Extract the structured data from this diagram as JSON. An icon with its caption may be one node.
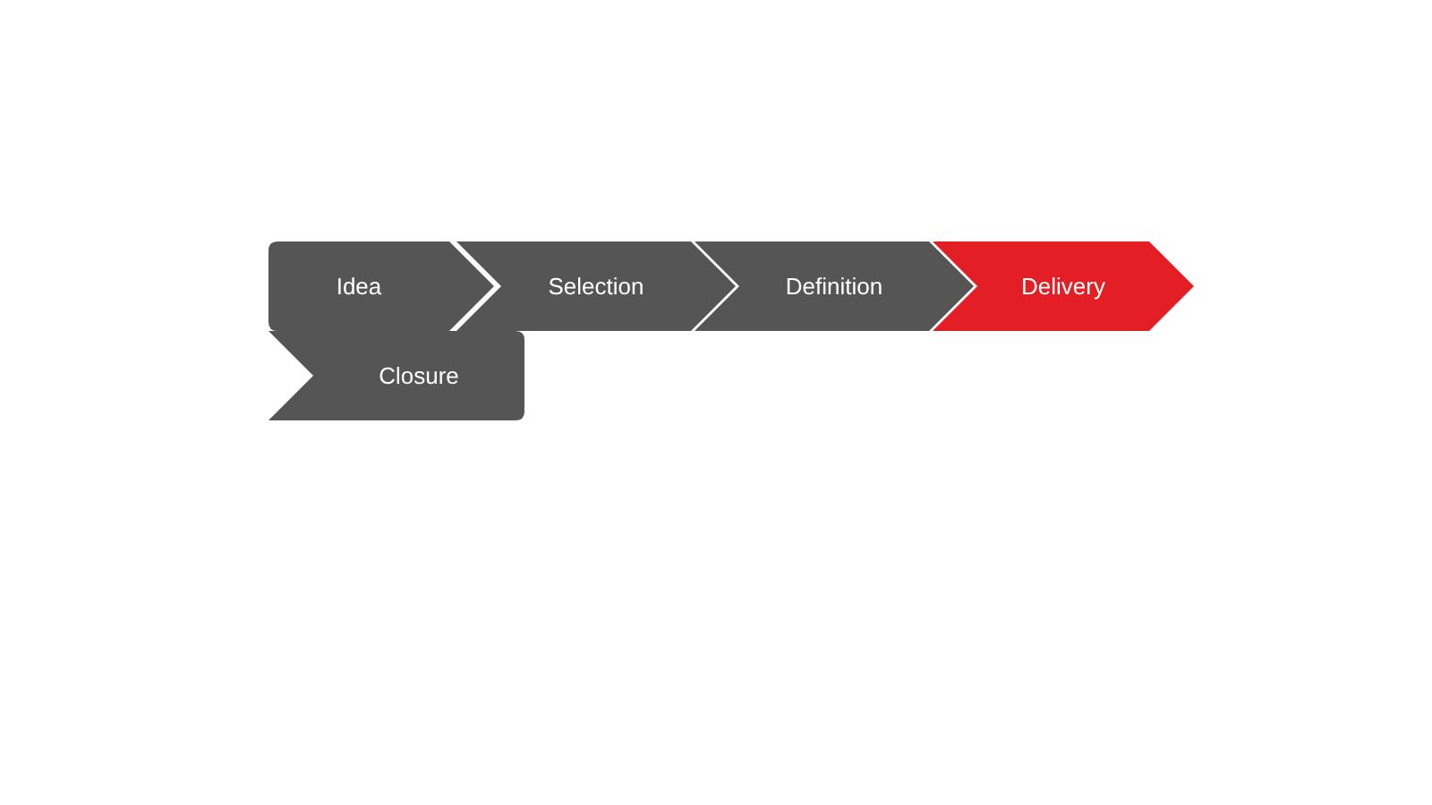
{
  "diagram": {
    "nodes": [
      {
        "text": [
          "Idea"
        ]
      },
      {
        "text": [
          "Selection"
        ]
      },
      {
        "text": [
          "Definition"
        ]
      },
      {
        "text": [
          "Delivery"
        ]
      },
      {
        "text": [
          "Closure"
        ]
      }
    ]
  }
}
